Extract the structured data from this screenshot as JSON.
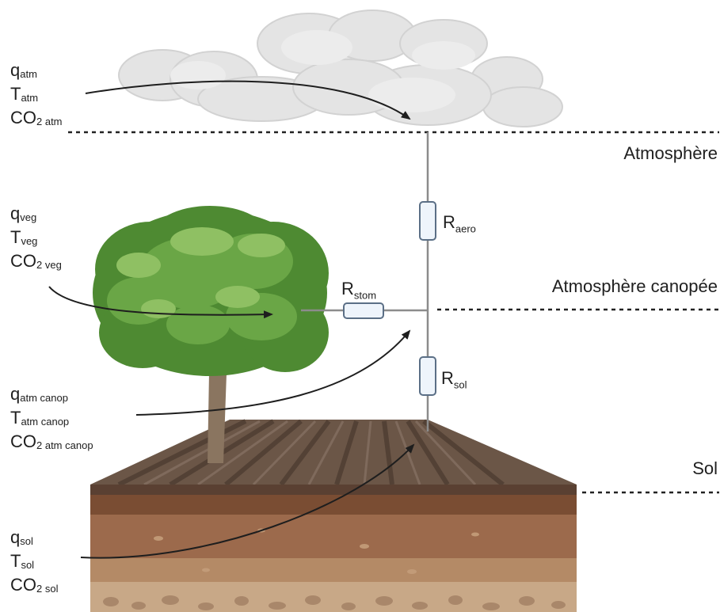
{
  "layers": {
    "atmosphere": "Atmosphère",
    "canopy": "Atmosphère canopée",
    "soil": "Sol"
  },
  "resistances": {
    "aero": {
      "main": "R",
      "sub": "aero"
    },
    "stom": {
      "main": "R",
      "sub": "stom"
    },
    "sol": {
      "main": "R",
      "sub": "sol"
    }
  },
  "variable_groups": {
    "atm": [
      {
        "main": "q",
        "sub": "atm"
      },
      {
        "main": "T",
        "sub": "atm"
      },
      {
        "main": "CO",
        "sub": "2 atm"
      }
    ],
    "veg": [
      {
        "main": "q",
        "sub": "veg"
      },
      {
        "main": "T",
        "sub": "veg"
      },
      {
        "main": "CO",
        "sub": "2 veg"
      }
    ],
    "canop": [
      {
        "main": "q",
        "sub": "atm canop"
      },
      {
        "main": "T",
        "sub": "atm canop"
      },
      {
        "main": "CO",
        "sub": "2 atm canop"
      }
    ],
    "sol": [
      {
        "main": "q",
        "sub": "sol"
      },
      {
        "main": "T",
        "sub": "sol"
      },
      {
        "main": "CO",
        "sub": "2 sol"
      }
    ]
  },
  "colors": {
    "leaf_dark": "#4e8a32",
    "leaf_mid": "#6aa646",
    "leaf_light": "#8fc063",
    "trunk": "#8a7560",
    "soil_top": "#6a5547",
    "soil_layer1": "#7a4d33",
    "soil_layer2": "#9c6a4c",
    "soil_layer3": "#b48a66",
    "soil_layer4": "#c8a887",
    "cloud": "#e3e3e3",
    "resistor_fill": "#eef4fb",
    "resistor_stroke": "#5b6f86"
  }
}
